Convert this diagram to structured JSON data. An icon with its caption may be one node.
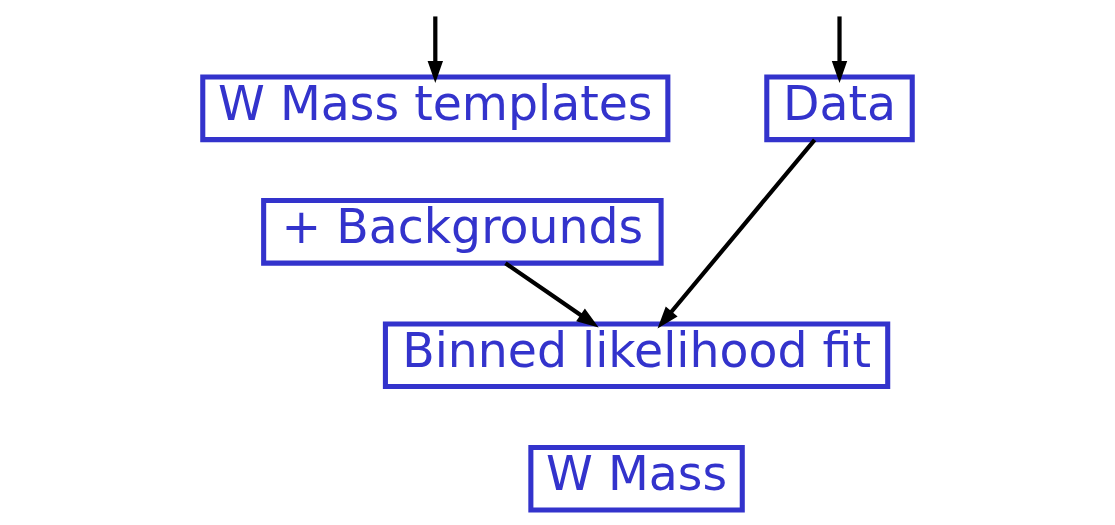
{
  "diagram": {
    "nodes": [
      {
        "text": [
          "Data"
        ]
      },
      {
        "text": [
          "W Mass templates"
        ]
      },
      {
        "text": [
          "+ Backgrounds"
        ]
      },
      {
        "text": [
          "Binned likelihood fit"
        ]
      },
      {
        "text": [
          "W Mass"
        ]
      }
    ],
    "edges": [
      {
        "from": null,
        "to": 0,
        "arrow": "to"
      },
      {
        "from": null,
        "to": 1,
        "arrow": "to"
      },
      {
        "from": 0,
        "to": 3,
        "arrow": "to"
      },
      {
        "from": 2,
        "to": 3,
        "arrow": "to"
      }
    ]
  }
}
